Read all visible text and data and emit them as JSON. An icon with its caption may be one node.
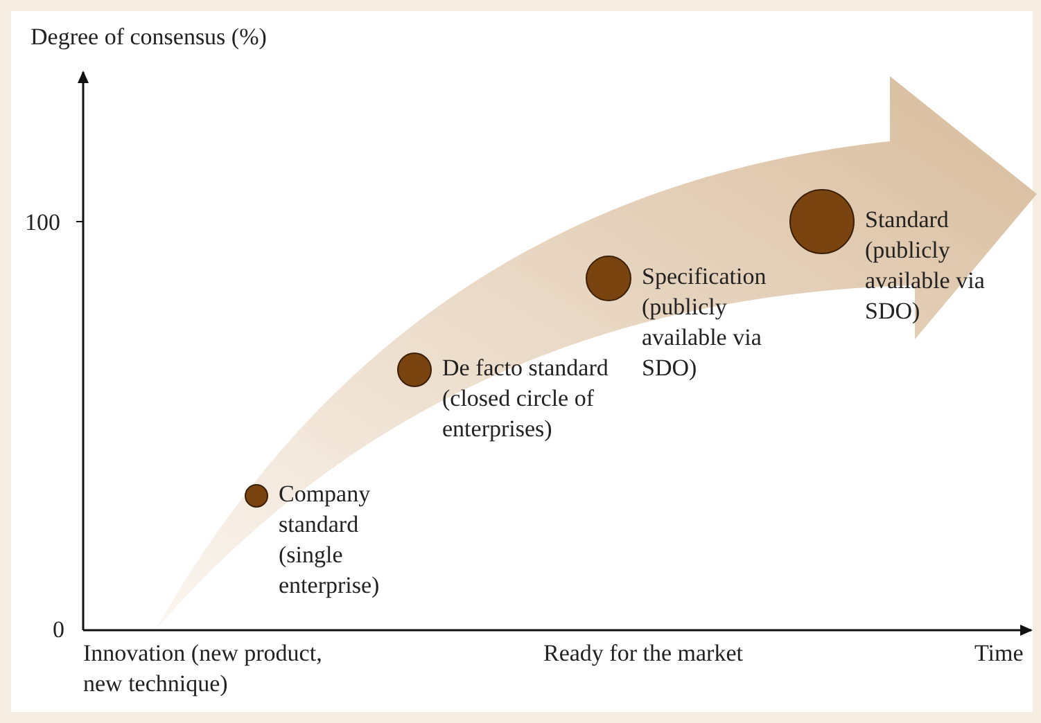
{
  "diagram": {
    "nodes": [
      {
        "text": [],
        "shape": "circle",
        "beside": [
          "Company standard (single enterprise)"
        ]
      },
      {
        "text": [],
        "shape": "circle",
        "beside": [
          "De facto standard (closed circle of enterprises)"
        ]
      },
      {
        "text": [],
        "shape": "circle",
        "beside": [
          "Specification (publicly available via SDO)"
        ]
      },
      {
        "text": [],
        "shape": "circle",
        "beside": [
          "Standard (publicly available via SDO)"
        ]
      }
    ],
    "labels": [
      "Degree of consensus (%)",
      "100",
      "0",
      "Innovation (new product, new technique)",
      "Ready for the market",
      "Time"
    ]
  }
}
